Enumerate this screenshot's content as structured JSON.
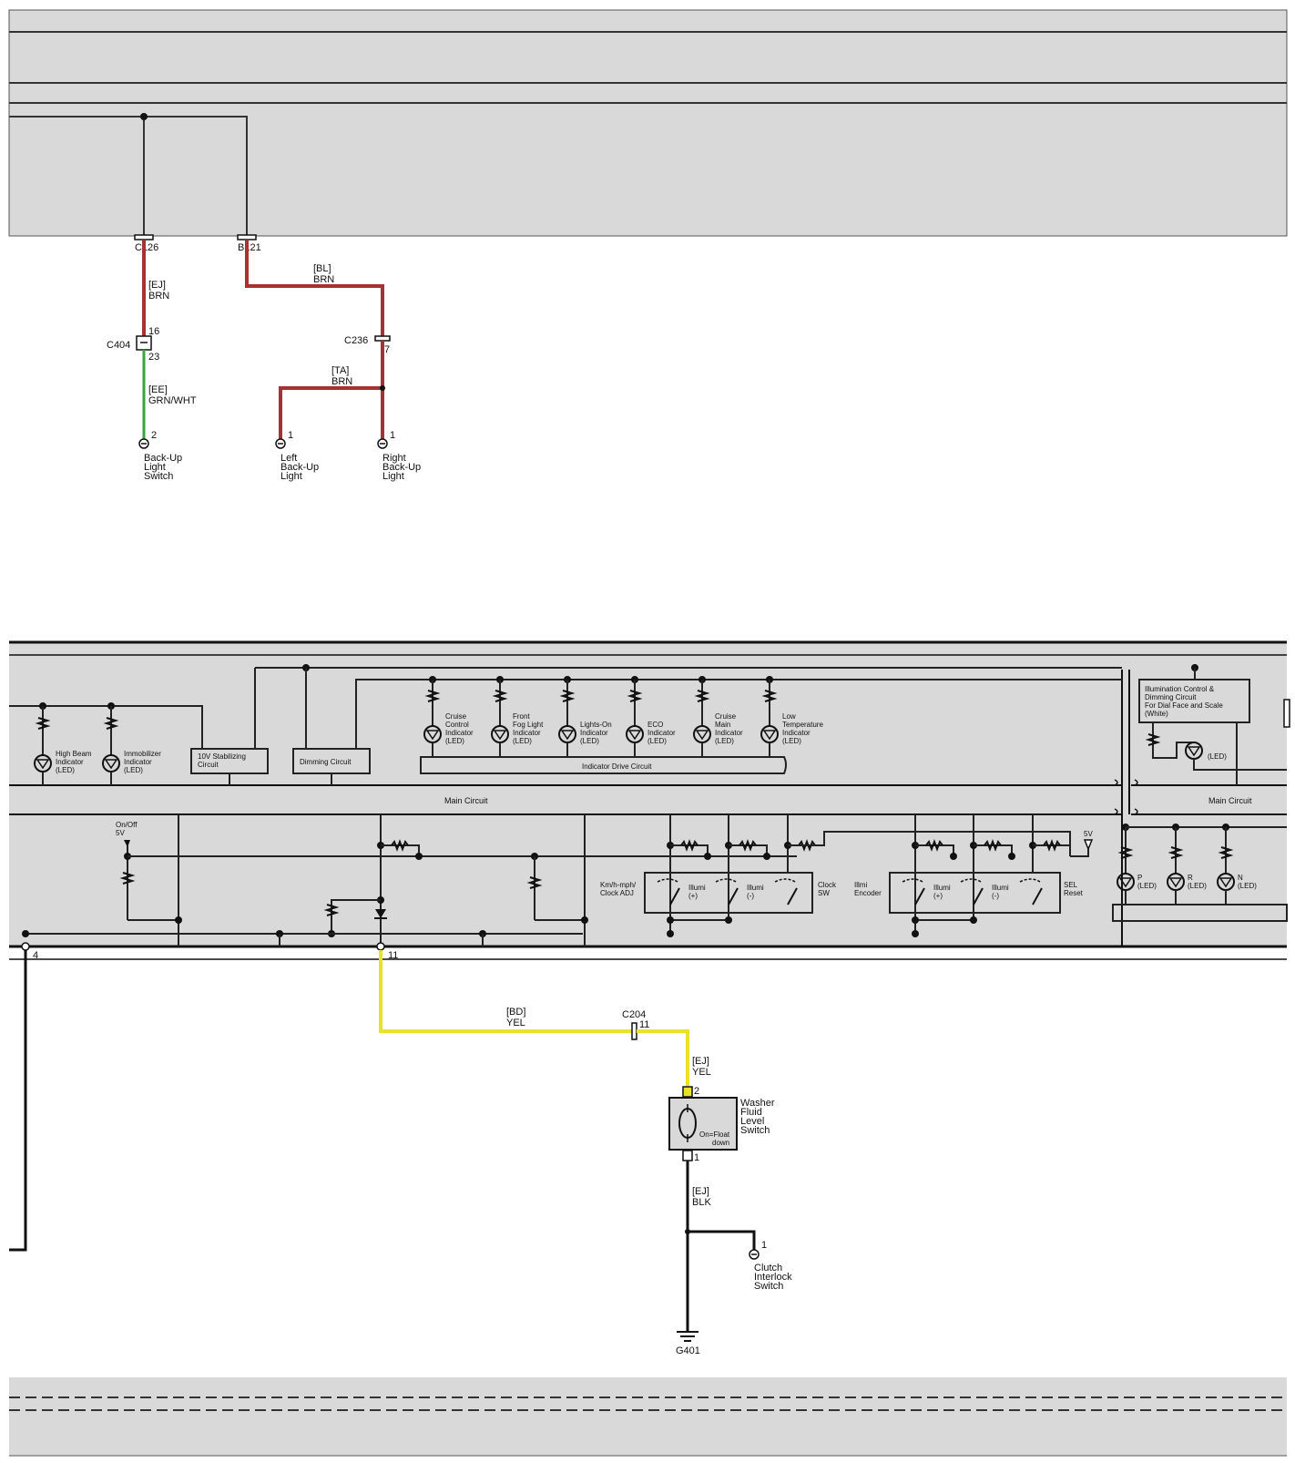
{
  "colors": {
    "panel": "#d9d9d9",
    "brn_wire": "#a83232",
    "grn_wire": "#3aa53a",
    "yel_wire": "#e9e22a",
    "blk_wire": "#111111"
  },
  "top": {
    "connectors": {
      "c126": "C126",
      "b121": "B121",
      "c404": "C404",
      "c404_pin_top": "16",
      "c404_pin_bottom": "23",
      "c236": "C236",
      "c236_pin": "7"
    },
    "wires": {
      "ej_code": "[EJ]",
      "ej_color": "BRN",
      "bl_code": "[BL]",
      "bl_color": "BRN",
      "ta_code": "[TA]",
      "ta_color": "BRN",
      "ee_code": "[EE]",
      "ee_color": "GRN/WHT"
    },
    "components": {
      "backup_switch_pin": "2",
      "backup_switch": [
        "Back-Up",
        "Light",
        "Switch"
      ],
      "left_light_pin": "1",
      "left_light": [
        "Left",
        "Back-Up",
        "Light"
      ],
      "right_light_pin": "1",
      "right_light": [
        "Right",
        "Back-Up",
        "Light"
      ]
    }
  },
  "cluster": {
    "indicators_left": {
      "high_beam": [
        "High Beam",
        "Indicator",
        "(LED)"
      ],
      "immobilizer": [
        "Immobilizer",
        "Indicator",
        "(LED)"
      ]
    },
    "stabilizing": [
      "10V Stabilizing",
      "Circuit"
    ],
    "dimming": "Dimming Circuit",
    "indicator_drive": "Indicator Drive Circuit",
    "indicators": {
      "cruise_control": [
        "Cruise",
        "Control",
        "Indicator",
        "(LED)"
      ],
      "front_fog": [
        "Front",
        "Fog Light",
        "Indicator",
        "(LED)"
      ],
      "lights_on": [
        "Lights-On",
        "Indicator",
        "(LED)"
      ],
      "eco": [
        "ECO",
        "Indicator",
        "(LED)"
      ],
      "cruise_main": [
        "Cruise",
        "Main",
        "Indicator",
        "(LED)"
      ],
      "low_temp": [
        "Low",
        "Temperature",
        "Indicator",
        "(LED)"
      ]
    },
    "illumination": [
      "Illumination Control &",
      "Dimming Circuit",
      "For Dial Face and Scale",
      "(White)"
    ],
    "illum_led": "(LED)",
    "main_circuit_left": "Main Circuit",
    "main_circuit_right": "Main Circuit",
    "onoff": [
      "On/Off",
      "5V"
    ],
    "kmh_switch": [
      "Km/h-mph/",
      "Clock ADJ"
    ],
    "illumi_plus": [
      "Illumi",
      "(+)"
    ],
    "illumi_minus": [
      "Illumi",
      "(-)"
    ],
    "clock_sw": [
      "Clock",
      "SW"
    ],
    "illmi_encoder": [
      "Illmi",
      "Encoder"
    ],
    "illumi_plus2": [
      "Illumi",
      "(+)"
    ],
    "illumi_minus2": [
      "Illumi",
      "(-)"
    ],
    "sel_reset": [
      "SEL",
      "Reset"
    ],
    "v5": "5V",
    "gear_p": [
      "P",
      "(LED)"
    ],
    "gear_r": [
      "R",
      "(LED)"
    ],
    "gear_n": [
      "N",
      "(LED)"
    ],
    "pin_4": "4",
    "pin_11": "11"
  },
  "bottom": {
    "bd_code": "[BD]",
    "bd_color": "YEL",
    "c204": "C204",
    "c204_pin": "11",
    "ej_yel_code": "[EJ]",
    "ej_yel_color": "YEL",
    "washer_pin_top": "2",
    "washer_pin_bottom": "1",
    "washer": [
      "Washer",
      "Fluid",
      "Level",
      "Switch"
    ],
    "onfloat": [
      "On=Float",
      "down"
    ],
    "ej_blk_code": "[EJ]",
    "ej_blk_color": "BLK",
    "clutch_pin": "1",
    "clutch": [
      "Clutch",
      "Interlock",
      "Switch"
    ],
    "ground": "G401"
  }
}
